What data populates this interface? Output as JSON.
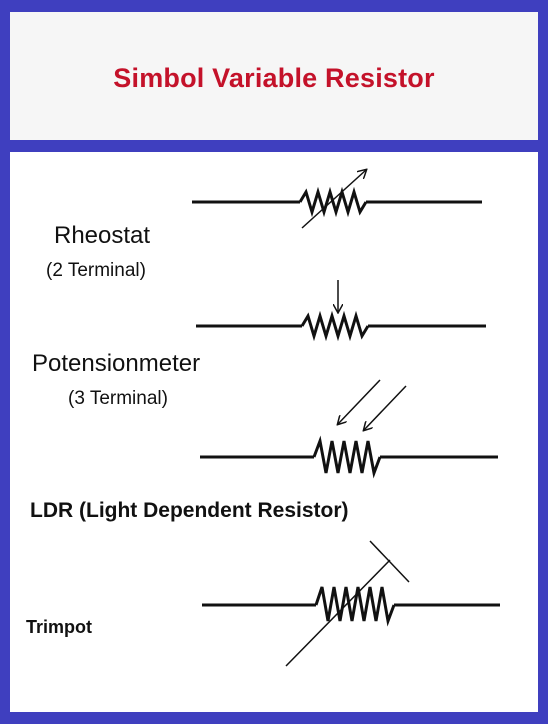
{
  "title": "Simbol Variable Resistor",
  "colors": {
    "border": "#3f3fbf",
    "title": "#c4122a",
    "header_bg": "#f6f6f6",
    "stroke": "#111111"
  },
  "symbols": [
    {
      "name": "Rheostat",
      "subtitle": "(2 Terminal)"
    },
    {
      "name": "Potensionmeter",
      "subtitle": "(3 Terminal)"
    },
    {
      "name": "LDR (Light Dependent Resistor)",
      "subtitle": ""
    },
    {
      "name": "Trimpot",
      "subtitle": ""
    }
  ]
}
